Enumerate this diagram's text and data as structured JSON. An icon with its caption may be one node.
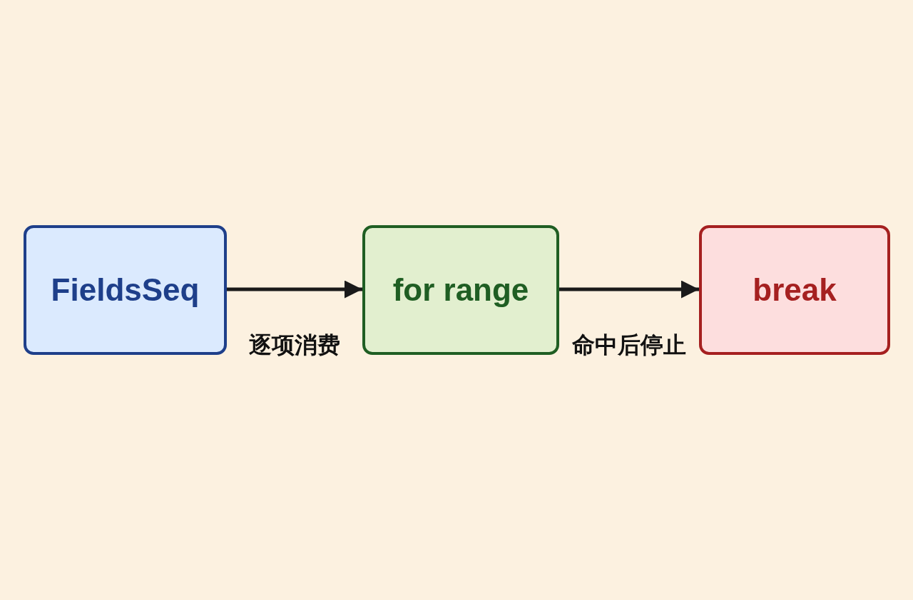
{
  "diagram": {
    "nodes": [
      {
        "text": [
          "FieldsSeq"
        ]
      },
      {
        "text": [
          "for range"
        ]
      },
      {
        "text": [
          "break"
        ]
      }
    ],
    "edges": [
      {
        "from": 0,
        "to": 1,
        "arrow": "to",
        "label": "逐项消费"
      },
      {
        "from": 1,
        "to": 2,
        "arrow": "to",
        "label": "命中后停止"
      }
    ]
  }
}
